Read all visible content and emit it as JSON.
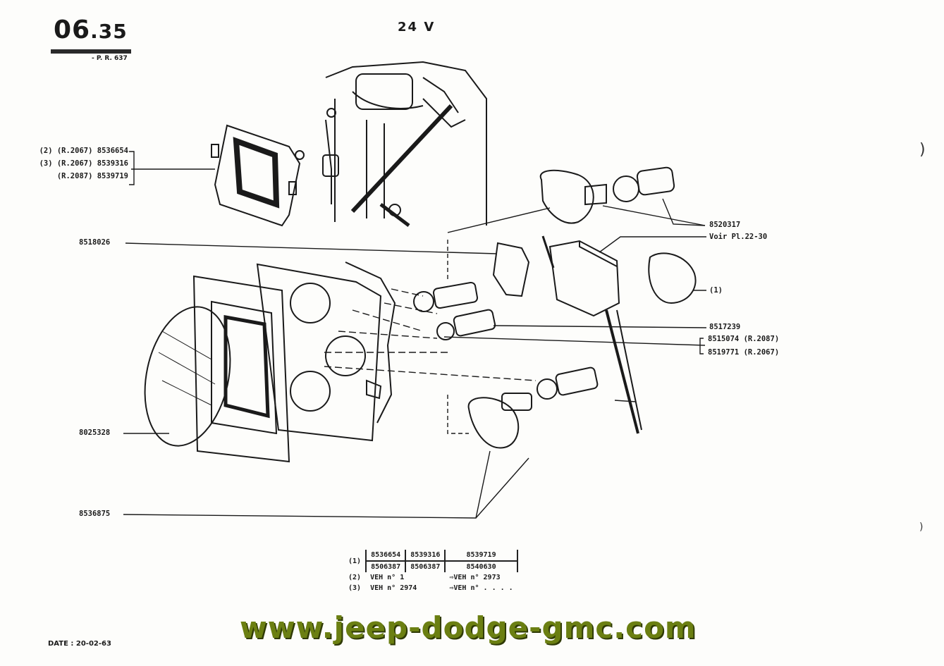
{
  "header": {
    "section_main": "06",
    "section_sub": ".35",
    "ref": "- P. R. 637",
    "voltage": "24 V"
  },
  "labels": {
    "top_left_1": "(2) (R.2067) 8536654",
    "top_left_2": "(3) (R.2067) 8539316",
    "top_left_3": "(R.2087) 8539719",
    "p8518026": "8518026",
    "p8025328": "8025328",
    "p8536875": "8536875",
    "p8520317": "8520317",
    "voir": "Voir Pl.22-30",
    "note1": "(1)",
    "p8517239": "8517239",
    "p8515074": "8515074 (R.2087)",
    "p8519771": "8519771 (R.2067)"
  },
  "table": {
    "row1_label": "(1)",
    "cols_top": [
      "8536654",
      "8539316",
      "8539719"
    ],
    "cols_bottom": [
      "8506387",
      "8506387",
      "8540630"
    ],
    "row2_label": "(2)",
    "row2_a": "VEH n° 1",
    "row2_b": "⇨VEH n° 2973",
    "row3_label": "(3)",
    "row3_a": "VEH n° 2974",
    "row3_b": "⇨VEH n° . . . ."
  },
  "footer": {
    "date": "DATE : 20-02-63",
    "website": "www.jeep-dodge-gmc.com"
  },
  "margin_marks": [
    ")",
    ")"
  ]
}
